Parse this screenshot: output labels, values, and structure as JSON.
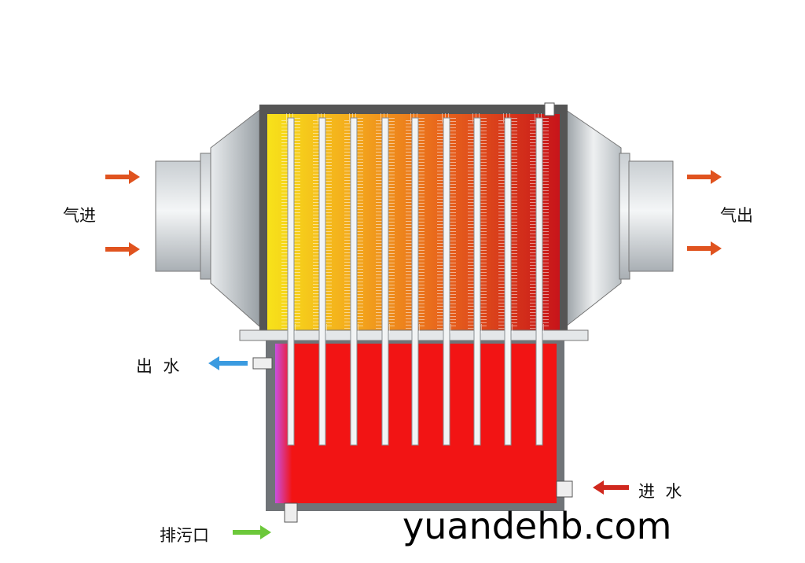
{
  "labels": {
    "gas_in": "气进",
    "gas_out": "气出",
    "water_out": "出  水",
    "water_in": "进  水",
    "drain": "排污口"
  },
  "watermark": "yuandehb.com",
  "colors": {
    "hot_gas_start": "#f7e21a",
    "hot_gas_end": "#c8141a",
    "water": "#f21414",
    "arrow_gas": "#e0531f",
    "arrow_water_out": "#3b9be0",
    "arrow_water_in": "#d0281e",
    "arrow_drain": "#6cc83a"
  }
}
